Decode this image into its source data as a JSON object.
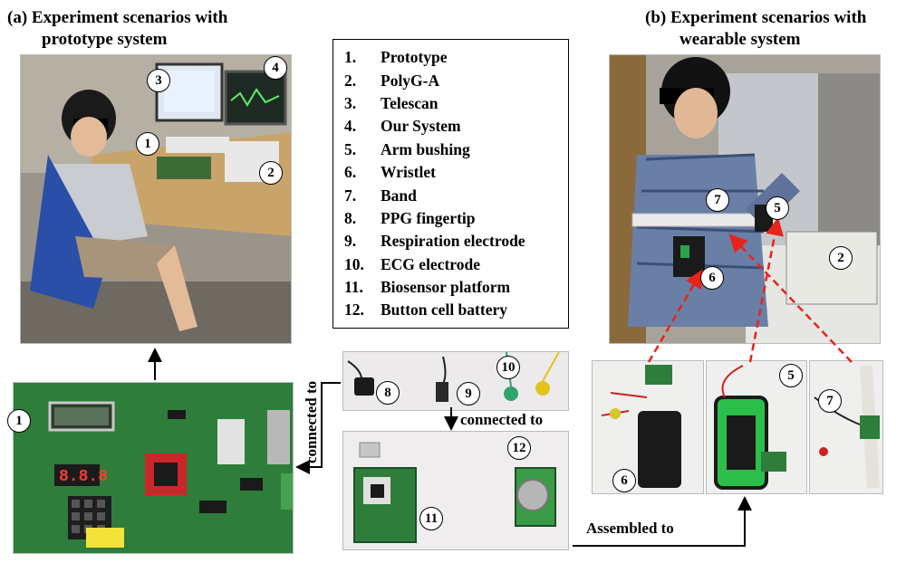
{
  "panel_a": {
    "title_line1": "(a) Experiment scenarios with",
    "title_line2": "prototype system"
  },
  "panel_b": {
    "title_line1": "(b) Experiment scenarios with",
    "title_line2": "wearable system"
  },
  "legend": [
    {
      "num": "1.",
      "label": "Prototype"
    },
    {
      "num": "2.",
      "label": "PolyG-A"
    },
    {
      "num": "3.",
      "label": "Telescan"
    },
    {
      "num": "4.",
      "label": "Our System"
    },
    {
      "num": "5.",
      "label": "Arm bushing"
    },
    {
      "num": "6.",
      "label": "Wristlet"
    },
    {
      "num": "7.",
      "label": "Band"
    },
    {
      "num": "8.",
      "label": "PPG fingertip"
    },
    {
      "num": "9.",
      "label": "Respiration electrode"
    },
    {
      "num": "10.",
      "label": "ECG electrode"
    },
    {
      "num": "11.",
      "label": "Biosensor platform"
    },
    {
      "num": "12.",
      "label": "Button cell battery"
    }
  ],
  "annotations": {
    "connected_to_vertical": "connected to",
    "connected_to_horizontal": "connected to",
    "assembled_to": "Assembled to"
  },
  "badges": {
    "a_monitor_left": "3",
    "a_monitor_right": "4",
    "a_prototype": "1",
    "a_polyg": "2",
    "b_band": "7",
    "b_arm": "5",
    "b_polyg": "2",
    "b_wristlet": "6",
    "board": "1",
    "ppg": "8",
    "resp": "9",
    "ecg": "10",
    "platform": "11",
    "battery": "12",
    "w_wristlet": "6",
    "w_arm": "5",
    "w_band": "7"
  },
  "colors": {
    "dashed_arrow": "#e8231c",
    "board_green": "#2f7d3b",
    "lab_wall": "#b9b4a8"
  }
}
